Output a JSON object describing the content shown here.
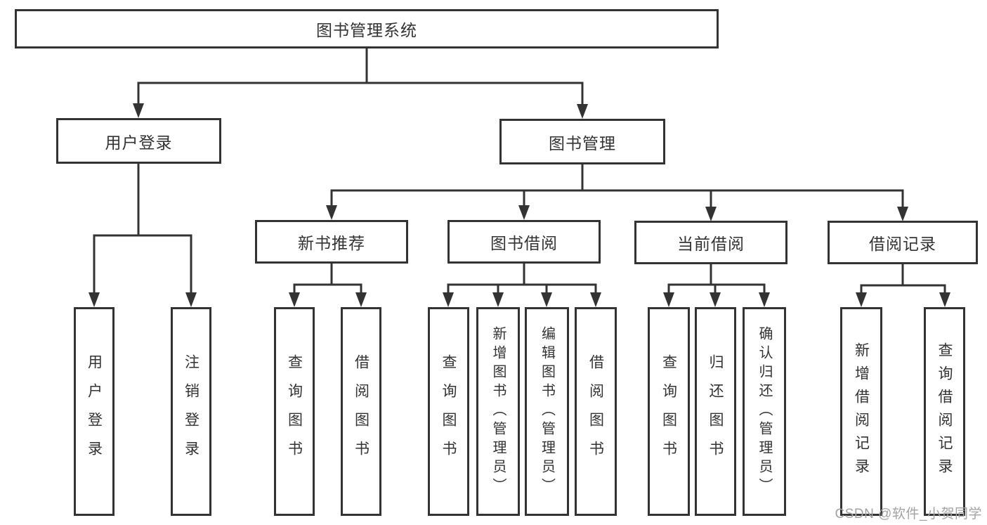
{
  "tree": {
    "label": "图书管理系统",
    "children": [
      {
        "label": "用户登录",
        "children": [
          {
            "label": "用户登录"
          },
          {
            "label": "注销登录"
          }
        ]
      },
      {
        "label": "图书管理",
        "children": [
          {
            "label": "新书推荐",
            "children": [
              {
                "label": "查询图书"
              },
              {
                "label": "借阅图书"
              }
            ]
          },
          {
            "label": "图书借阅",
            "children": [
              {
                "label": "查询图书"
              },
              {
                "label": "新增图书（管理员）"
              },
              {
                "label": "编辑图书（管理员）"
              },
              {
                "label": "借阅图书"
              }
            ]
          },
          {
            "label": "当前借阅",
            "children": [
              {
                "label": "查询图书"
              },
              {
                "label": "归还图书"
              },
              {
                "label": "确认归还（管理员）"
              }
            ]
          },
          {
            "label": "借阅记录",
            "children": [
              {
                "label": "新增借阅记录"
              },
              {
                "label": "查询借阅记录"
              }
            ]
          }
        ]
      }
    ]
  },
  "watermark": {
    "text": "CSDN @软件_小贺同学"
  },
  "colors": {
    "line": "#333333",
    "box_border": "#333333",
    "text": "#333333",
    "background": "#ffffff",
    "watermark": "#a3a3a3"
  }
}
